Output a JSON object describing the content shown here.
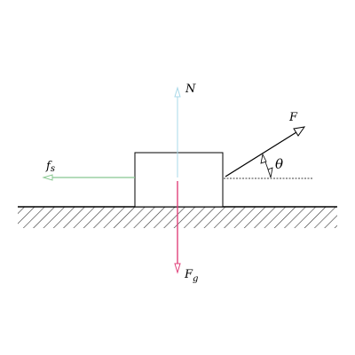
{
  "colors": {
    "normal": "#a8d8e8",
    "gravity": "#e0407a",
    "friction": "#88c890",
    "applied": "#000000",
    "ground_hatch": "#333333",
    "block_stroke": "#000000"
  },
  "labels": {
    "normal": "N",
    "gravity_main": "F",
    "gravity_sub": "g",
    "friction_main": "f",
    "friction_sub": "s",
    "applied": "F",
    "angle": "θ"
  }
}
